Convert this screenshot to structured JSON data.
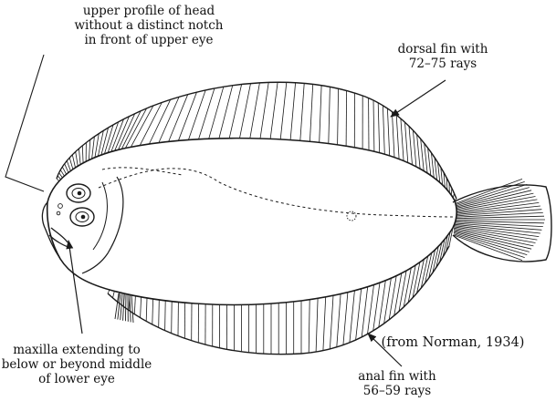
{
  "figure": {
    "subject": "flatfish",
    "colors": {
      "ink": "#1a1a1a",
      "background": "#ffffff"
    }
  },
  "annotations": {
    "head_profile": {
      "lines": [
        "upper profile of head",
        "without a distinct notch",
        "in front of upper eye"
      ]
    },
    "dorsal_fin": {
      "lines": [
        "dorsal fin with",
        "72–75 rays"
      ]
    },
    "maxilla": {
      "lines": [
        "maxilla extending to",
        "below or beyond middle",
        "of lower eye"
      ]
    },
    "anal_fin": {
      "lines": [
        "anal fin with",
        "56–59 rays"
      ]
    },
    "source": "(from Norman, 1934)"
  }
}
